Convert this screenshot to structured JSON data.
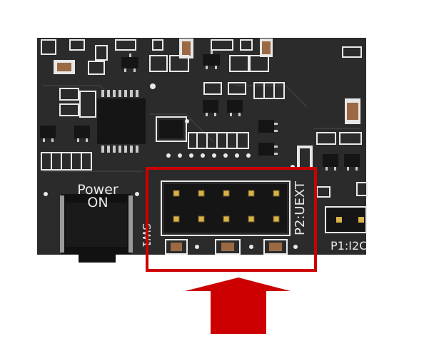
{
  "board": {
    "power_label_line1": "Power",
    "power_label_line2": "ON",
    "switch_label": "SW1",
    "header_label": "P2:UEXT",
    "i2c_label": "P1:I2C"
  },
  "colors": {
    "pcb": "#2b2b2b",
    "silkscreen": "#e9e9e9",
    "pin_gold": "#d8b24a",
    "highlight_red": "#cc0000"
  },
  "icons": {
    "arrow": "arrow-up-icon"
  }
}
